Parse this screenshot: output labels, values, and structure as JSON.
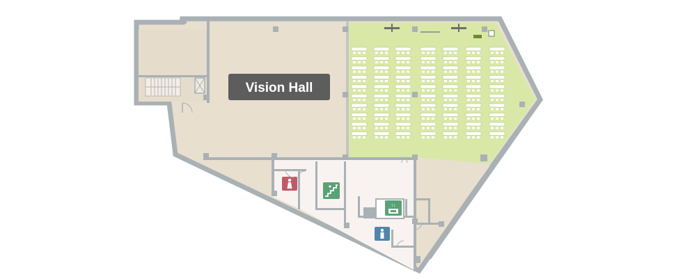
{
  "floorplan": {
    "hall_label": "Vision Hall",
    "colors": {
      "wall": "#a9b1b5",
      "floor": "#e8dfcf",
      "highlight": "#d9e8a6",
      "common": "#f8f3f1",
      "restroom_women": "#c05a6a",
      "restroom_men": "#4f86a9",
      "exit": "#5aa276",
      "label_bg": "#5d5d5d"
    },
    "icons": {
      "women": "restroom-women-icon",
      "men": "restroom-men-icon",
      "stairs": "stairs-icon",
      "elevator": "elevator-icon"
    },
    "seating": {
      "columns": 7,
      "rows": 10
    }
  }
}
